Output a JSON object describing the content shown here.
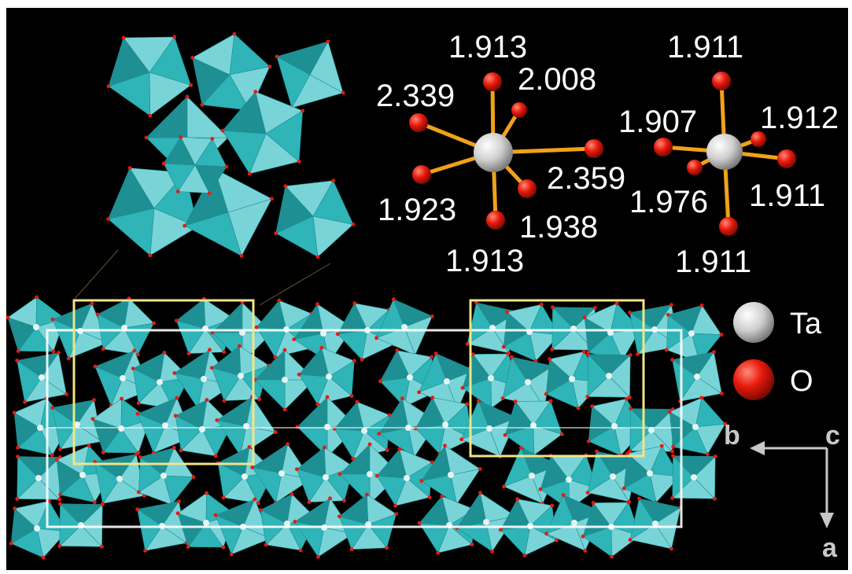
{
  "figure": {
    "colors": {
      "background": "#000000",
      "frame": "#ffffff",
      "polyhedron": "#2fb4b8",
      "polyhedron_light": "#79d4d8",
      "polyhedron_dark": "#1e8f93",
      "oxygen": "#e81a0c",
      "tantalum": "#cfcfcf",
      "bond": "#f0a218",
      "highlight_box": "#f2e48a",
      "unit_cell": "#ffffff",
      "axis": "#c8c8c8"
    },
    "site1": {
      "bond_lengths": [
        "1.913",
        "2.008",
        "2.339",
        "2.359",
        "1.923",
        "1.938",
        "1.913"
      ]
    },
    "site2": {
      "bond_lengths": [
        "1.911",
        "1.907",
        "1.912",
        "1.976",
        "1.911",
        "1.911"
      ]
    },
    "legend": [
      {
        "label": "Ta",
        "icon": "ta-atom-sphere"
      },
      {
        "label": "O",
        "icon": "o-atom-sphere"
      }
    ],
    "axes": {
      "b": "b",
      "c": "c",
      "a": "a"
    }
  }
}
